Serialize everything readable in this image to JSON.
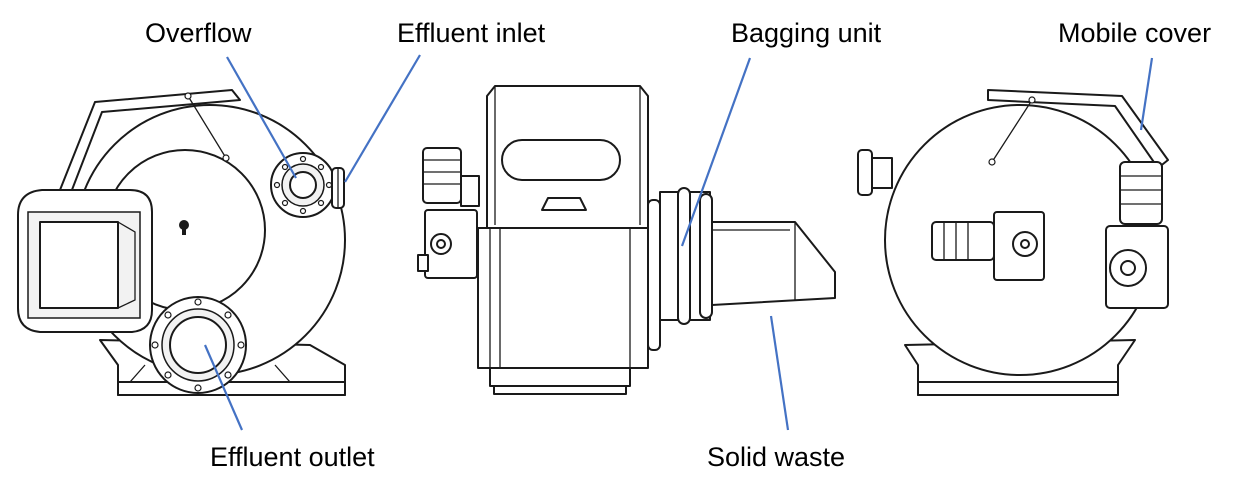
{
  "labels": {
    "overflow": "Overflow",
    "effluent_inlet": "Effluent inlet",
    "bagging_unit": "Bagging unit",
    "mobile_cover": "Mobile cover",
    "effluent_outlet": "Effluent outlet",
    "solid_waste": "Solid waste"
  },
  "colors": {
    "leader_line": "#4472c4",
    "label_text": "#000000",
    "drawing_stroke": "#1a1a1a",
    "background": "#ffffff"
  }
}
